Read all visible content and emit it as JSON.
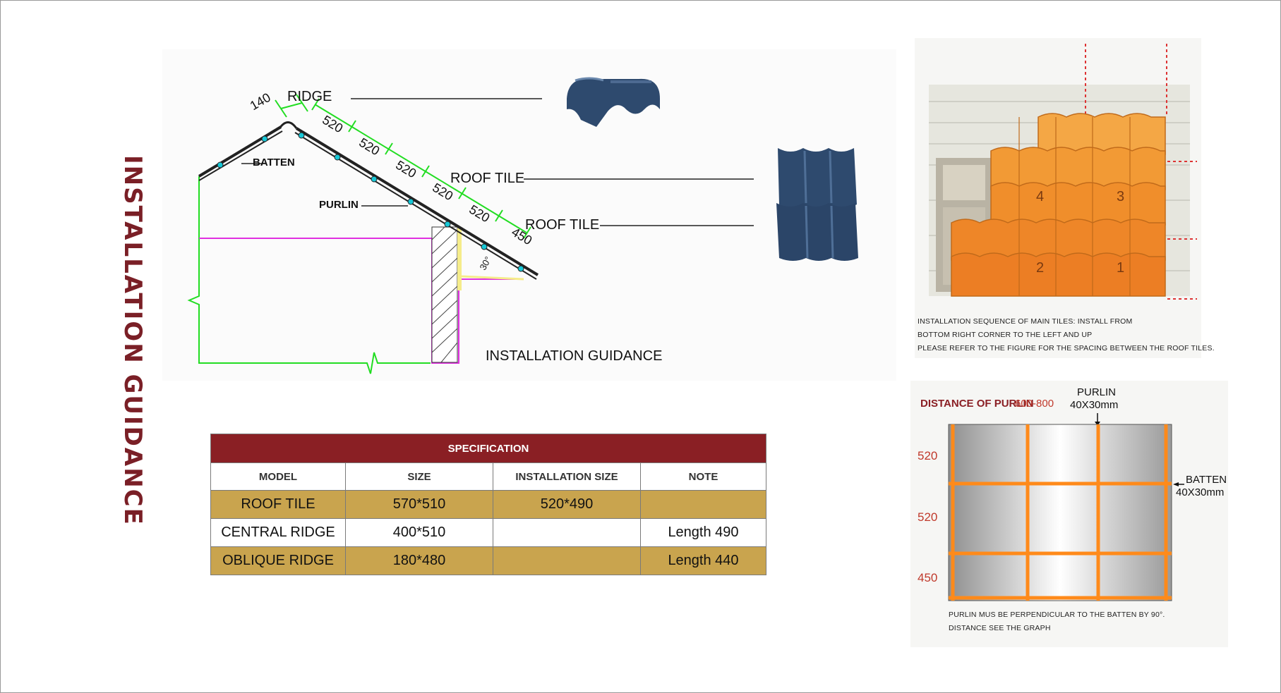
{
  "page_title": "INSTALLATION GUIDANCE",
  "diagram": {
    "labels": {
      "ridge": "RIDGE",
      "batten": "BATTEN",
      "purlin": "PURLIN",
      "roof_tile_1": "ROOF TILE",
      "roof_tile_2": "ROOF TILE",
      "caption": "INSTALLATION GUIDANCE"
    },
    "dimensions": [
      "140",
      "520",
      "520",
      "520",
      "520",
      "520",
      "450"
    ],
    "angle": "30°"
  },
  "specification": {
    "title": "SPECIFICATION",
    "columns": [
      "MODEL",
      "SIZE",
      "INSTALLATION SIZE",
      "NOTE"
    ],
    "rows": [
      {
        "model": "ROOF TILE",
        "size": "570*510",
        "install": "520*490",
        "note": ""
      },
      {
        "model": "CENTRAL RIDGE",
        "size": "400*510",
        "install": "",
        "note": "Length 490"
      },
      {
        "model": "OBLIQUE RIDGE",
        "size": "180*480",
        "install": "",
        "note": "Length 440"
      }
    ]
  },
  "sequence_panel": {
    "numbers": [
      "4",
      "3",
      "2",
      "1"
    ],
    "notes": [
      "INSTALLATION SEQUENCE OF MAIN TILES: INSTALL FROM",
      "BOTTOM RIGHT CORNER TO THE LEFT AND UP",
      "PLEASE REFER TO THE FIGURE FOR THE SPACING BETWEEN THE ROOF TILES."
    ]
  },
  "purlin_panel": {
    "heading": "DISTANCE OF PURLIN",
    "heading_value": "600-800",
    "purlin_label": "PURLIN",
    "purlin_size": "40X30mm",
    "batten_label": "BATTEN",
    "batten_size": "40X30mm",
    "spacings": [
      "520",
      "520",
      "450"
    ],
    "notes": [
      "PURLIN MUS BE PERPENDICULAR TO THE BATTEN BY 90°.",
      "DISTANCE SEE THE GRAPH"
    ]
  },
  "colors": {
    "accent_red": "#8a1f24",
    "gold": "#c9a44e",
    "tile_blue": "#2e4a6e",
    "tile_orange": "#f0902a",
    "dimension_green": "#22dd22",
    "wall_magenta": "#e030e0"
  }
}
